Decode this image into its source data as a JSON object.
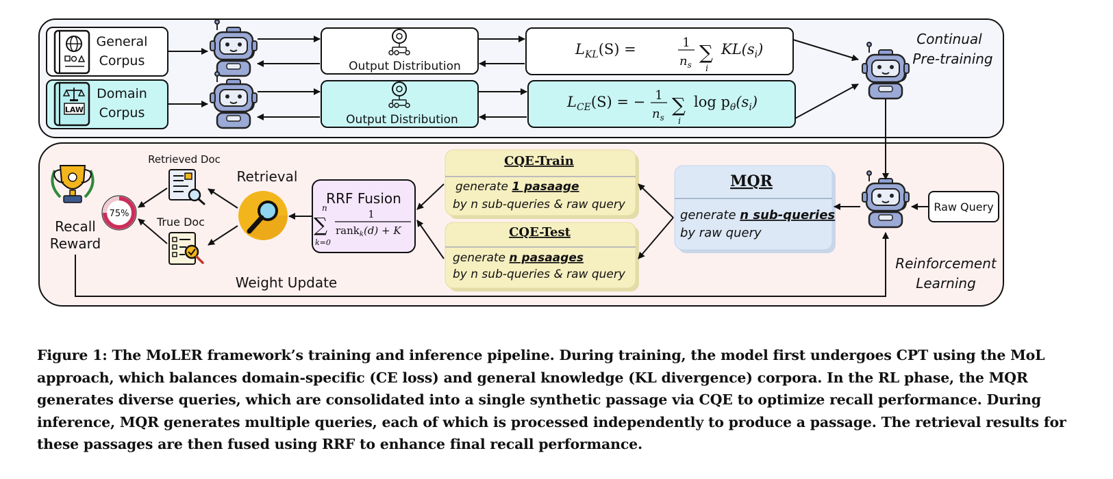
{
  "figure": {
    "top_panel": {
      "general_corpus": [
        "General",
        "Corpus"
      ],
      "domain_corpus": [
        "Domain",
        "Corpus"
      ],
      "law_book_label": "LAW",
      "output_distribution_1": "Output Distribution",
      "output_distribution_2": "Output Distribution",
      "kl_loss": {
        "lhs": "L",
        "lhs_sub": "KL",
        "arg": "(S) =",
        "frac_num": "1",
        "frac_den": "n",
        "frac_den_sub": "s",
        "sum": "∑",
        "sum_index": "i",
        "term": "KL(s",
        "term_sub": "i",
        "term_end": ")"
      },
      "ce_loss": {
        "lhs": "L",
        "lhs_sub": "CE",
        "arg": "(S) = −",
        "frac_num": "1",
        "frac_den": "n",
        "frac_den_sub": "s",
        "sum": "∑",
        "sum_index": "i",
        "term": "log p",
        "term_sub": "θ",
        "term_end": "(s",
        "term_sub2": "i",
        "term_close": ")"
      },
      "continual_pretraining": [
        "Continual",
        "Pre-training"
      ]
    },
    "bottom_panel": {
      "raw_query": "Raw Query",
      "reinforcement_learning": [
        "Reinforcement",
        "Learning"
      ],
      "mqr": {
        "title": "MQR",
        "line1_prefix": "generate ",
        "line1_emph": "n  sub-queries",
        "line2": "by raw query"
      },
      "cqe_train": {
        "title": "CQE-Train",
        "line1_prefix": "generate ",
        "line1_emph": "1  pasaage",
        "line2": "by n sub-queries & raw query"
      },
      "cqe_test": {
        "title": "CQE-Test",
        "line1_prefix": "generate ",
        "line1_emph": "n  pasaages",
        "line2": "by n sub-queries & raw query"
      },
      "rrf": {
        "title": "RRF Fusion",
        "sum": "∑",
        "sum_top": "n",
        "sum_bottom": "k=0",
        "frac_num": "1",
        "frac_den": "rank",
        "frac_den_sub": "k",
        "frac_den_end": "(d) + K"
      },
      "retrieval": "Retrieval",
      "retrieved_doc": "Retrieved Doc",
      "true_doc": "True Doc",
      "recall_percent": "75%",
      "recall_reward": [
        "Recall",
        "Reward"
      ],
      "weight_update": "Weight Update"
    },
    "colors": {
      "top_bg": "#f4f6fb",
      "bottom_bg": "#fdf1f0",
      "cyan": "#c8f6f5",
      "yellow": "#f6efc0",
      "blue": "#dce8f6",
      "purple": "#f5e6fb",
      "robot": "#9aa9d6",
      "magnifier": "#f3b51c"
    }
  },
  "caption": "Figure 1: The MoLER framework’s training and inference pipeline. During training, the model first undergoes CPT using the MoL approach, which balances domain-specific (CE loss) and general knowledge (KL divergence) corpora. In the RL phase, the MQR generates diverse queries, which are consolidated into a single synthetic passage via CQE to optimize recall performance. During inference, MQR generates multiple queries, each of which is processed independently to produce a passage. The retrieval results for these passages are then fused using RRF to enhance final recall performance."
}
